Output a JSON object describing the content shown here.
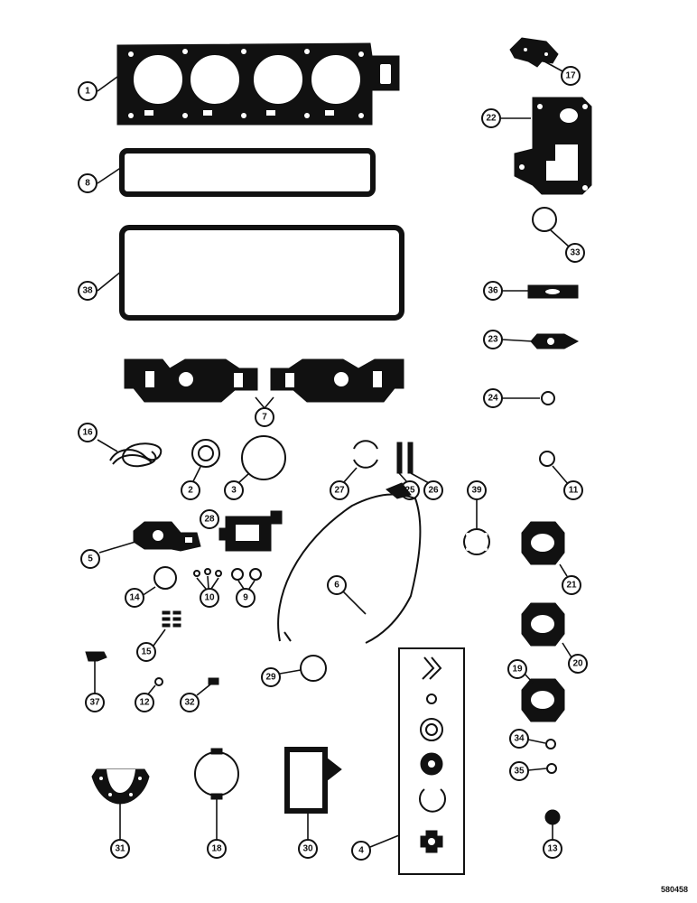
{
  "figure": {
    "document_number": "580458",
    "callouts": [
      {
        "id": "c1",
        "label": "1"
      },
      {
        "id": "c8",
        "label": "8"
      },
      {
        "id": "c38",
        "label": "38"
      },
      {
        "id": "c7",
        "label": "7"
      },
      {
        "id": "c16",
        "label": "16"
      },
      {
        "id": "c2",
        "label": "2"
      },
      {
        "id": "c3",
        "label": "3"
      },
      {
        "id": "c27",
        "label": "27"
      },
      {
        "id": "c25",
        "label": "25"
      },
      {
        "id": "c26",
        "label": "26"
      },
      {
        "id": "c39",
        "label": "39"
      },
      {
        "id": "c11",
        "label": "11"
      },
      {
        "id": "c28",
        "label": "28"
      },
      {
        "id": "c5",
        "label": "5"
      },
      {
        "id": "c14",
        "label": "14"
      },
      {
        "id": "c10",
        "label": "10"
      },
      {
        "id": "c9",
        "label": "9"
      },
      {
        "id": "c6",
        "label": "6"
      },
      {
        "id": "c21",
        "label": "21"
      },
      {
        "id": "c15",
        "label": "15"
      },
      {
        "id": "c20",
        "label": "20"
      },
      {
        "id": "c37",
        "label": "37"
      },
      {
        "id": "c12",
        "label": "12"
      },
      {
        "id": "c32",
        "label": "32"
      },
      {
        "id": "c29",
        "label": "29"
      },
      {
        "id": "c19",
        "label": "19"
      },
      {
        "id": "c34",
        "label": "34"
      },
      {
        "id": "c35",
        "label": "35"
      },
      {
        "id": "c31",
        "label": "31"
      },
      {
        "id": "c18",
        "label": "18"
      },
      {
        "id": "c30",
        "label": "30"
      },
      {
        "id": "c4",
        "label": "4"
      },
      {
        "id": "c13",
        "label": "13"
      },
      {
        "id": "c17",
        "label": "17"
      },
      {
        "id": "c22",
        "label": "22"
      },
      {
        "id": "c33",
        "label": "33"
      },
      {
        "id": "c36",
        "label": "36"
      },
      {
        "id": "c23",
        "label": "23"
      },
      {
        "id": "c24",
        "label": "24"
      }
    ]
  }
}
